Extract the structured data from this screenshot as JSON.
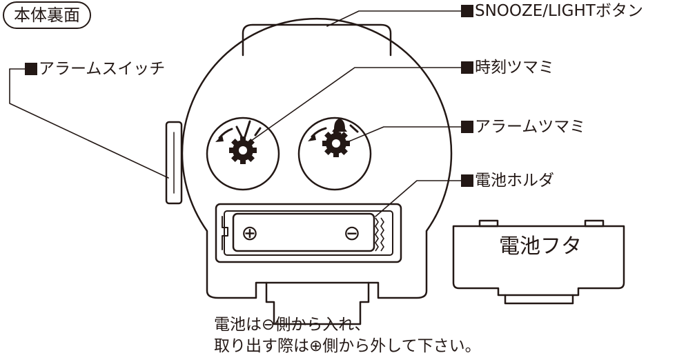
{
  "title": "本体裏面",
  "callouts": {
    "snooze_button": "SNOOZE/LIGHTボタン",
    "alarm_switch": "アラームスイッチ",
    "time_knob": "時刻ツマミ",
    "alarm_knob": "アラームツマミ",
    "battery_holder": "電池ホルダ"
  },
  "battery_lid_label": "電池フタ",
  "battery_terminals": {
    "plus": "⊕",
    "minus": "⊖"
  },
  "instructions": {
    "line1": "電池は⊖側から入れ、",
    "line2": "取り出す際は⊕側から外して下さい。"
  },
  "icons": [
    "bell-icon",
    "gear-icon",
    "arrow-left-icon",
    "spring-icon"
  ],
  "colors": {
    "ink": "#231815",
    "background": "#ffffff"
  }
}
